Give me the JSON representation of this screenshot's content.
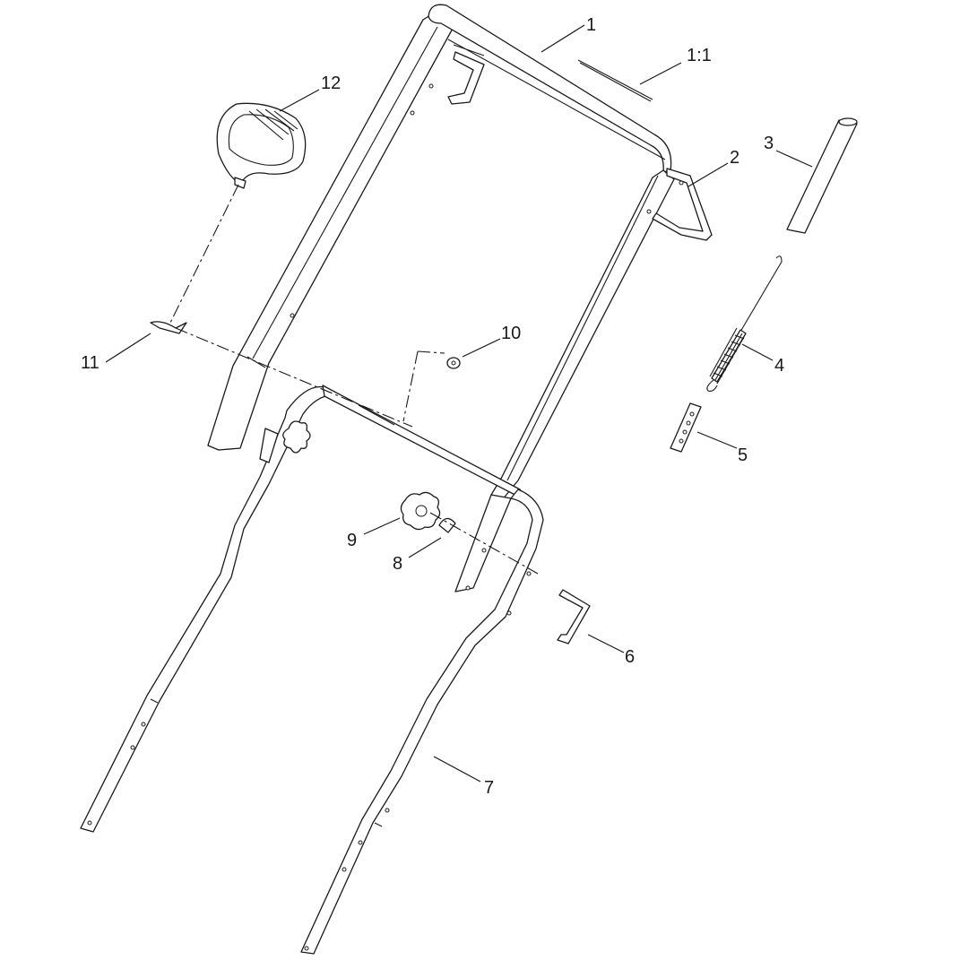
{
  "diagram": {
    "callouts": [
      {
        "id": "1",
        "text": "1"
      },
      {
        "id": "1_1",
        "text": "1:1"
      },
      {
        "id": "2",
        "text": "2"
      },
      {
        "id": "3",
        "text": "3"
      },
      {
        "id": "4",
        "text": "4"
      },
      {
        "id": "5",
        "text": "5"
      },
      {
        "id": "6",
        "text": "6"
      },
      {
        "id": "7",
        "text": "7"
      },
      {
        "id": "8",
        "text": "8"
      },
      {
        "id": "9",
        "text": "9"
      },
      {
        "id": "10",
        "text": "10"
      },
      {
        "id": "11",
        "text": "11"
      },
      {
        "id": "12",
        "text": "12"
      }
    ]
  }
}
